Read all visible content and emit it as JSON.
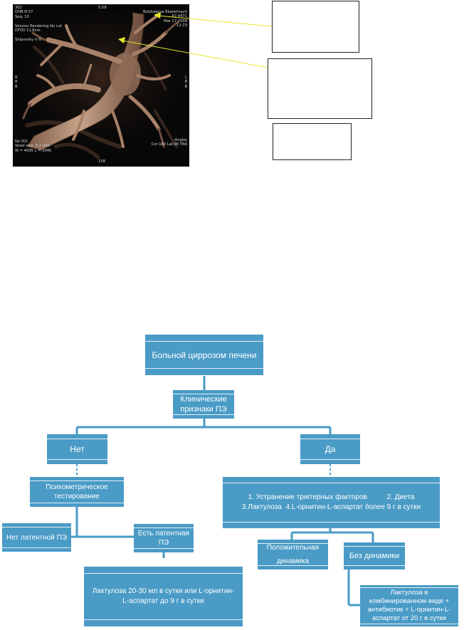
{
  "medical_image": {
    "top_left": [
      "302",
      "OHB N 57",
      "Seq: 10",
      "",
      "Volume Rendering   No cut",
      "DFOV 11.6cm",
      "",
      "Shipovsky V N"
    ],
    "top_center": "5:58",
    "top_right": [
      "Bolshakova Ekaterinach",
      "P2    4471",
      "Mar 17 2009",
      "12:23"
    ],
    "left_markers": [
      "R",
      "B",
      "B"
    ],
    "right_markers": [
      "L",
      "B",
      "B"
    ],
    "bottom_left": [
      "No VOI",
      "Voxel size: 0.2 mm",
      "W = 4095 L = 2040"
    ],
    "bottom_center": "158",
    "bottom_right": [
      "Angles",
      "Cor:180  Lat:90  TRA"
    ]
  },
  "flowchart": {
    "root": "Больной циррозом печени",
    "clinical": [
      "Клинические",
      "признаки ПЭ"
    ],
    "no": "Нет",
    "yes": "Да",
    "psychometric": [
      "Психометрическое",
      "тестирование"
    ],
    "no_latent": "Нет латентной ПЭ",
    "latent": [
      "Есть латентная",
      "ПЭ"
    ],
    "latent_treatment": [
      "Лактулоза 20-30 мл в сутки или L-орнитин-",
      "L-аспартат до 9 г в сутки"
    ],
    "yes_treatment": [
      "1. Устранение триггерных факторов          2. Диета",
      "3.Лактулоза  4.L-орнитин-L-аспартат более 9 г в сутки"
    ],
    "positive": [
      "Положительная",
      "динамика"
    ],
    "no_dynamics": "Без динамики",
    "combined": [
      "Лактулоза в",
      "комбинированном виде +",
      "антибиотик + L-орнитин-L-",
      "аспартат от 20 г в сутки"
    ]
  },
  "colors": {
    "box_fill": "#4a9bc6",
    "connector": "#4a9bc6",
    "pointer": "#e6e62e"
  }
}
